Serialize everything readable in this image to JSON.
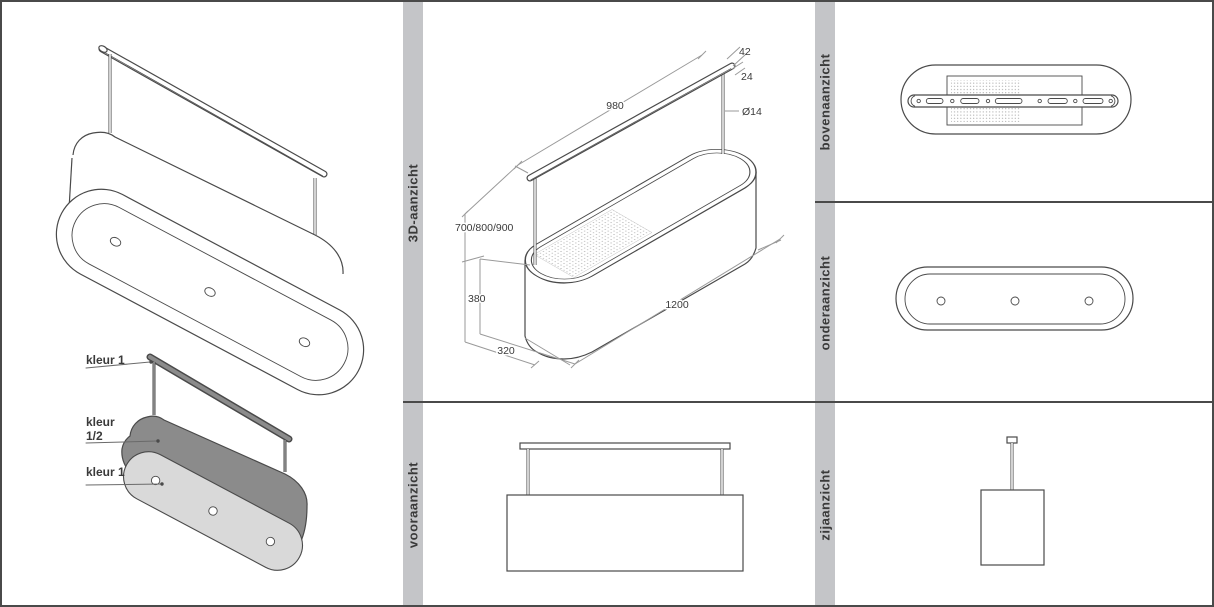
{
  "sheet": {
    "section_labels": {
      "view3d": "3D-aanzicht",
      "front": "vooraanzicht",
      "top": "bovenaanzicht",
      "bottom": "onderaanzicht",
      "side": "zijaanzicht"
    },
    "dimensions": {
      "bar_width": "42",
      "bar_thickness": "24",
      "rod_diameter": "Ø14",
      "bar_length": "980",
      "suspension_height": "700/800/900",
      "body_height": "380",
      "body_depth": "320",
      "body_length": "1200"
    },
    "color_labels": {
      "bar": "kleur 1",
      "body_line1": "kleur",
      "body_line2": "1/2",
      "bottom_panel": "kleur 1"
    },
    "colors": {
      "sidebar_bg": "#c4c5c8",
      "line": "#4a4a4a",
      "dim_line": "#9a9a9a",
      "body_dark": "#8b8b8b",
      "body_light": "#d9d9d9"
    }
  }
}
